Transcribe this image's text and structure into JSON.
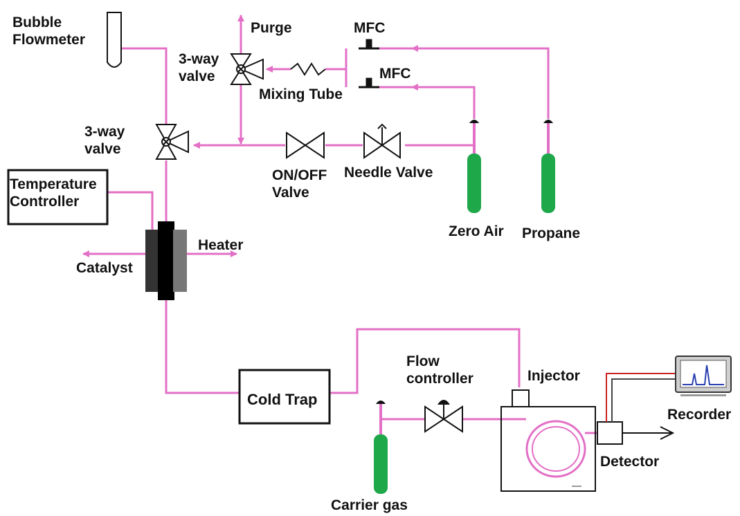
{
  "labels": {
    "bubble_flowmeter": "Bubble\nFlowmeter",
    "purge": "Purge",
    "mfc_top": "MFC",
    "mfc_bottom": "MFC",
    "three_way_valve_top": "3-way\nvalve",
    "mixing_tube": "Mixing Tube",
    "three_way_valve_left": "3-way\nvalve",
    "on_off_valve": "ON/OFF\nValve",
    "needle_valve": "Needle Valve",
    "temperature_controller": "Temperature\nController",
    "heater": "Heater",
    "catalyst": "Catalyst",
    "zero_air": "Zero Air",
    "propane": "Propane",
    "cold_trap": "Cold Trap",
    "flow_controller": "Flow\ncontroller",
    "injector": "Injector",
    "recorder": "Recorder",
    "detector": "Detector",
    "carrier_gas": "Carrier gas"
  },
  "colors": {
    "tubing": "#e36fc6",
    "cylinder": "#1ea84a",
    "line": "#111111",
    "signal_red": "#cc2222"
  }
}
